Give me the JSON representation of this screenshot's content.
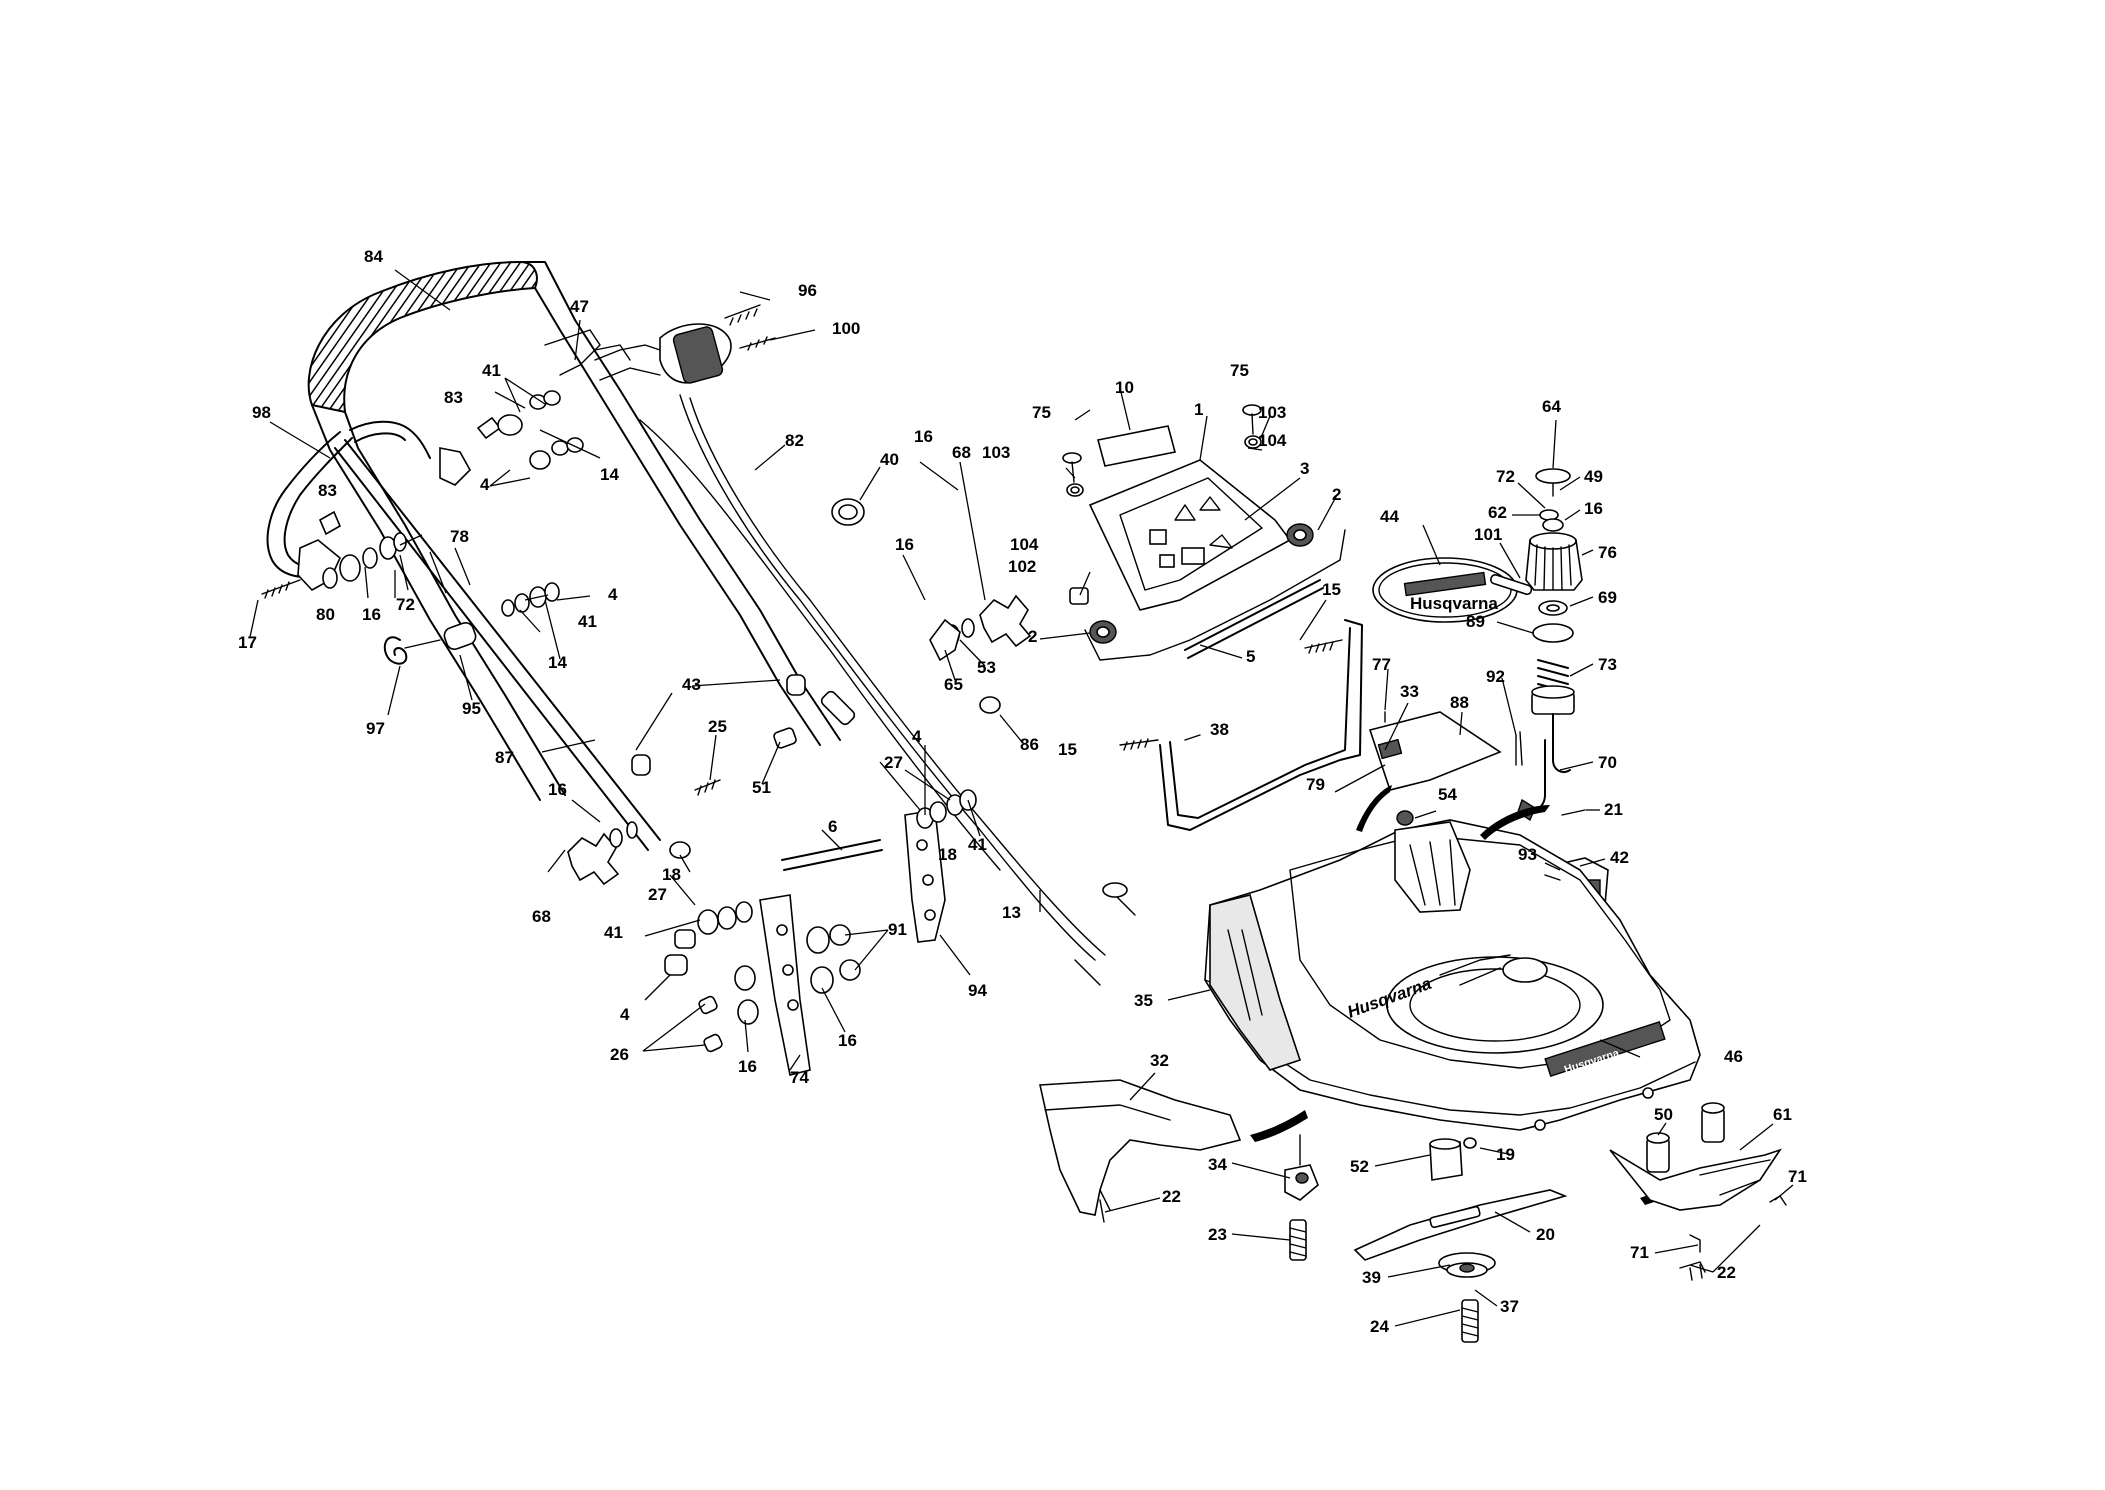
{
  "diagram": {
    "deck_brand_text": "Husqvarna",
    "deck_label_text": "Husqvarna",
    "decal_44_text": "Husqvarna"
  },
  "labels": {
    "l1": "1",
    "l2a": "2",
    "l2b": "2",
    "l3": "3",
    "l4a": "4",
    "l4b": "4",
    "l4c": "4",
    "l4d": "4",
    "l5": "5",
    "l6": "6",
    "l10": "10",
    "l13": "13",
    "l14a": "14",
    "l14b": "14",
    "l15a": "15",
    "l15b": "15",
    "l16a": "16",
    "l16b": "16",
    "l16c": "16",
    "l16d": "16",
    "l16e": "16",
    "l16f": "16",
    "l16g": "16",
    "l17": "17",
    "l18a": "18",
    "l18b": "18",
    "l19": "19",
    "l20": "20",
    "l21": "21",
    "l22a": "22",
    "l22b": "22",
    "l23": "23",
    "l24": "24",
    "l25": "25",
    "l26": "26",
    "l27a": "27",
    "l27b": "27",
    "l32": "32",
    "l33": "33",
    "l34": "34",
    "l35": "35",
    "l37": "37",
    "l38": "38",
    "l39": "39",
    "l40": "40",
    "l41a": "41",
    "l41b": "41",
    "l41c": "41",
    "l41d": "41",
    "l42": "42",
    "l43": "43",
    "l44": "44",
    "l46": "46",
    "l47": "47",
    "l49": "49",
    "l50": "50",
    "l51": "51",
    "l52": "52",
    "l53": "53",
    "l54": "54",
    "l61": "61",
    "l62": "62",
    "l64": "64",
    "l65": "65",
    "l68a": "68",
    "l68b": "68",
    "l69": "69",
    "l70": "70",
    "l71a": "71",
    "l71b": "71",
    "l72a": "72",
    "l72b": "72",
    "l73": "73",
    "l74": "74",
    "l75a": "75",
    "l75b": "75",
    "l76": "76",
    "l77": "77",
    "l78": "78",
    "l79": "79",
    "l80": "80",
    "l82": "82",
    "l83a": "83",
    "l83b": "83",
    "l84": "84",
    "l86": "86",
    "l87": "87",
    "l88": "88",
    "l89": "89",
    "l91": "91",
    "l92": "92",
    "l93": "93",
    "l94": "94",
    "l95": "95",
    "l96": "96",
    "l97": "97",
    "l98": "98",
    "l100": "100",
    "l101": "101",
    "l102": "102",
    "l103a": "103",
    "l103b": "103",
    "l104a": "104",
    "l104b": "104"
  }
}
